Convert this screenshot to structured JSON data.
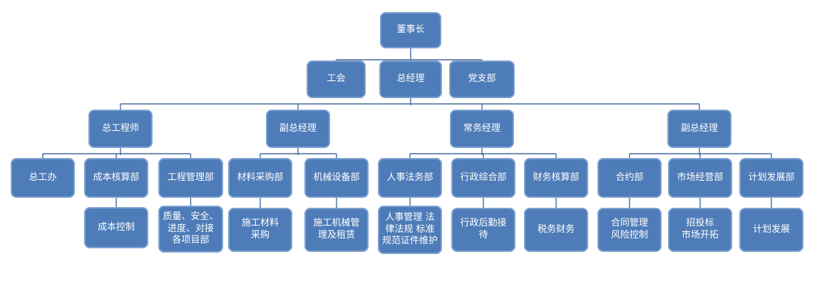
{
  "page": {
    "background": "#FFFFFF"
  },
  "colors": {
    "node_fill": "#4E7CB8",
    "node_border": "#7EA2D1",
    "node_text": "#FFFFFF",
    "connector": "#44699E",
    "background": "#FFFFFF"
  },
  "org_chart": {
    "type": "org-tree",
    "nodes": [
      {
        "id": "chairman",
        "label": "董事长",
        "children": [
          "union",
          "gm",
          "party"
        ]
      },
      {
        "id": "union",
        "label": "工会",
        "children": []
      },
      {
        "id": "gm",
        "label": "总经理",
        "children": [
          "chief-engineer",
          "deputy-gm-1",
          "executive-manager",
          "deputy-gm-2"
        ]
      },
      {
        "id": "party",
        "label": "党支部",
        "children": []
      },
      {
        "id": "chief-engineer",
        "label": "总工程师",
        "children": [
          "chief-office",
          "cost-accounting",
          "engineering-mgmt"
        ]
      },
      {
        "id": "deputy-gm-1",
        "label": "副总经理",
        "children": [
          "material-procurement",
          "machinery-equipment"
        ]
      },
      {
        "id": "executive-manager",
        "label": "常务经理",
        "children": [
          "hr-legal",
          "admin-comprehensive",
          "finance-accounting"
        ]
      },
      {
        "id": "deputy-gm-2",
        "label": "副总经理",
        "children": [
          "contracts",
          "market-operations",
          "planning-development-dept"
        ]
      },
      {
        "id": "chief-office",
        "label": "总工办",
        "children": []
      },
      {
        "id": "cost-accounting",
        "label": "成本核算部",
        "children": [
          "cost-control"
        ]
      },
      {
        "id": "engineering-mgmt",
        "label": "工程管理部",
        "children": [
          "quality-safety"
        ]
      },
      {
        "id": "material-procurement",
        "label": "材料采购部",
        "children": [
          "construction-material"
        ]
      },
      {
        "id": "machinery-equipment",
        "label": "机械设备部",
        "children": [
          "machinery-leasing"
        ]
      },
      {
        "id": "hr-legal",
        "label": "人事法务部",
        "children": [
          "hr-regulations"
        ]
      },
      {
        "id": "admin-comprehensive",
        "label": "行政综合部",
        "children": [
          "admin-logistics"
        ]
      },
      {
        "id": "finance-accounting",
        "label": "财务核算部",
        "children": [
          "tax-finance"
        ]
      },
      {
        "id": "contracts",
        "label": "合约部",
        "children": [
          "contract-risk"
        ]
      },
      {
        "id": "market-operations",
        "label": "市场经营部",
        "children": [
          "bidding-market"
        ]
      },
      {
        "id": "planning-development-dept",
        "label": "计划发展部",
        "children": [
          "planning-development"
        ]
      },
      {
        "id": "cost-control",
        "label": "成本控制",
        "children": []
      },
      {
        "id": "quality-safety",
        "label": "质量、安全、\n进度、对接\n各项目部",
        "children": []
      },
      {
        "id": "construction-material",
        "label": "施工材料\n采购",
        "children": []
      },
      {
        "id": "machinery-leasing",
        "label": "施工机械管\n理及租赁",
        "children": []
      },
      {
        "id": "hr-regulations",
        "label": "人事管理 法\n律法规 标准\n规范证件维护",
        "children": []
      },
      {
        "id": "admin-logistics",
        "label": "行政后勤接\n待",
        "children": []
      },
      {
        "id": "tax-finance",
        "label": "税务财务",
        "children": []
      },
      {
        "id": "contract-risk",
        "label": "合同管理\n风险控制",
        "children": []
      },
      {
        "id": "bidding-market",
        "label": "招投标\n市场开拓",
        "children": []
      },
      {
        "id": "planning-development",
        "label": "计划发展",
        "children": []
      }
    ]
  }
}
